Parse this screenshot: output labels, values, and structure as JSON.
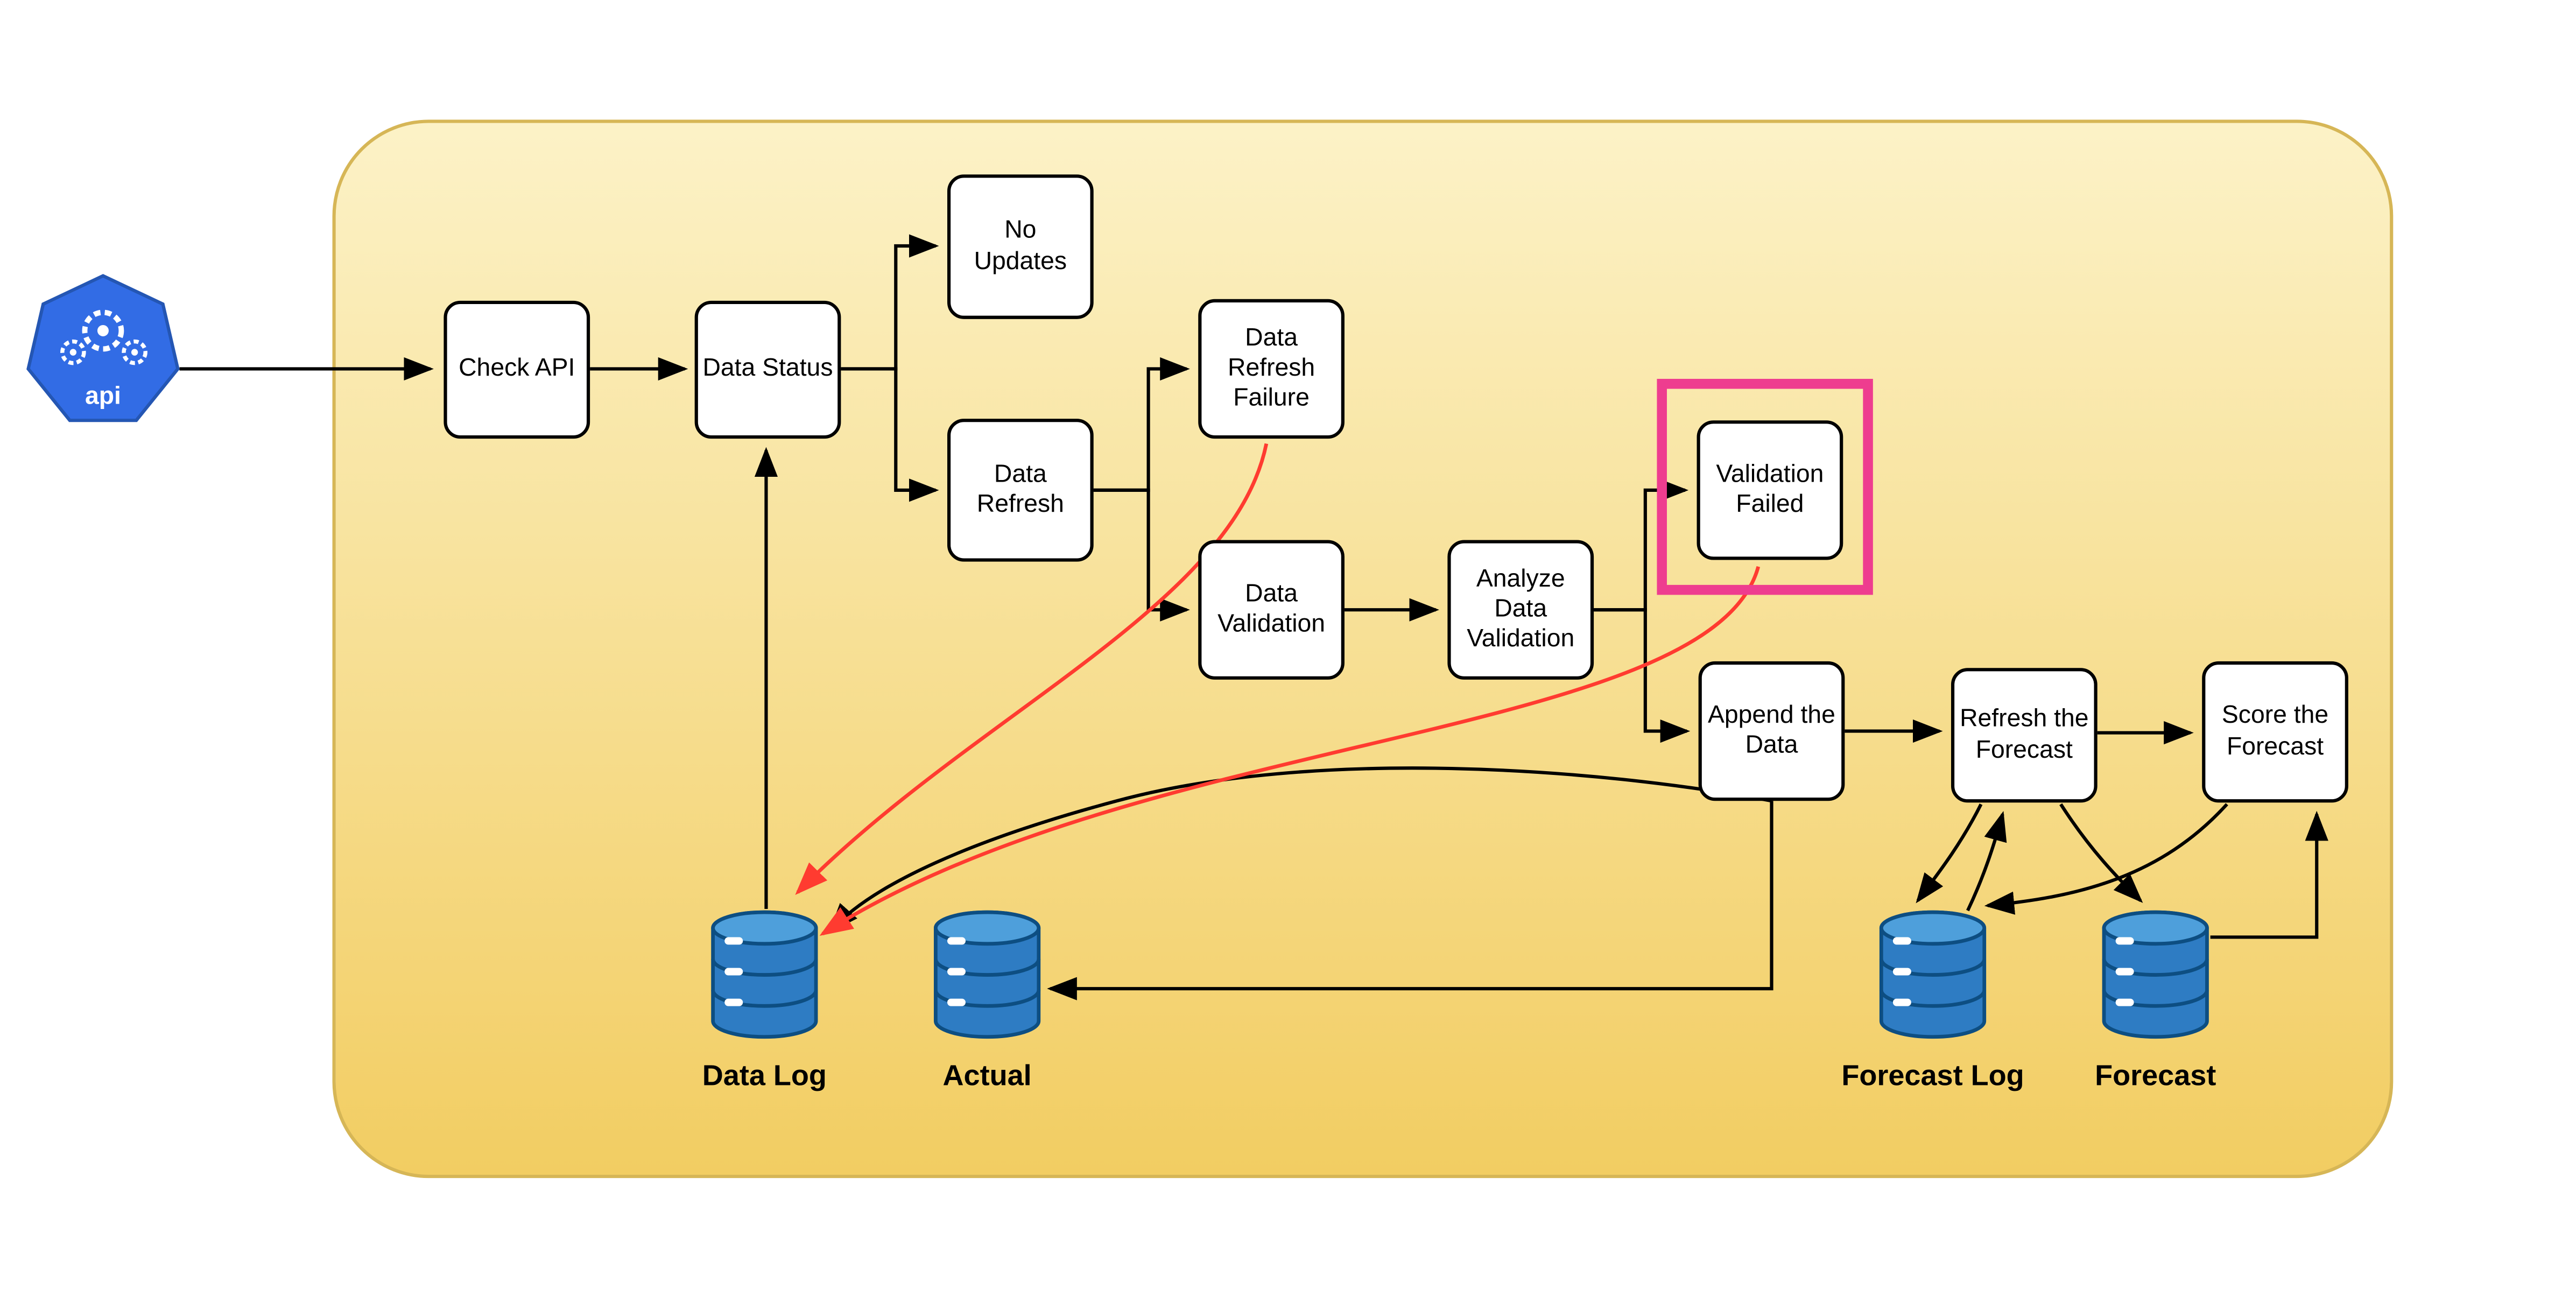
{
  "diagram": {
    "api_icon_label": "api",
    "nodes": {
      "check_api": "Check API",
      "data_status": "Data Status",
      "no_updates": "No\nUpdates",
      "data_refresh": "Data\nRefresh",
      "data_refresh_failure": "Data\nRefresh\nFailure",
      "data_validation": "Data\nValidation",
      "analyze_data_validation": "Analyze\nData\nValidation",
      "validation_failed": "Validation\nFailed",
      "append_the_data": "Append the\nData",
      "refresh_the_forecast": "Refresh the\nForecast",
      "score_the_forecast": "Score the\nForecast"
    },
    "databases": {
      "data_log": "Data Log",
      "actual": "Actual",
      "forecast_log": "Forecast Log",
      "forecast": "Forecast"
    },
    "colors": {
      "container_fill_top": "#FCF2C7",
      "container_fill_bottom": "#F2CD62",
      "container_border": "#D6B656",
      "highlight_pink": "#EE3D8F",
      "error_arrow_red": "#FF3B30",
      "arrow_black": "#000000",
      "node_fill": "#FFFFFF",
      "node_border": "#000000",
      "db_fill": "#2E7CC3",
      "db_fill_light": "#4E9FDB",
      "db_stroke": "#0D4E82",
      "api_blue": "#326CE5"
    }
  }
}
